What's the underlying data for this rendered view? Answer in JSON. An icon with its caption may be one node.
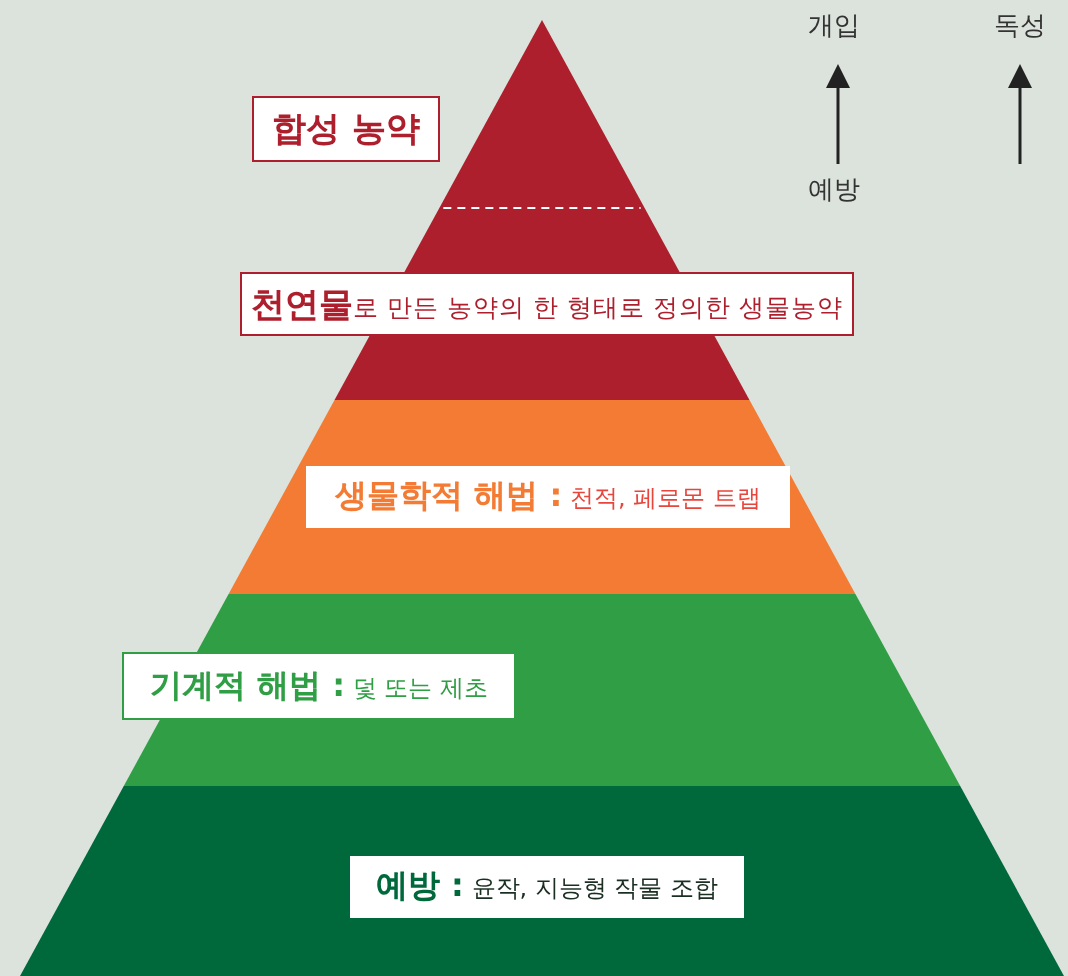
{
  "diagram": {
    "nodes": [
      {
        "text": [
          "합성 농약"
        ]
      },
      {
        "text": [
          "**천연물**로 만든 농약의 한 형태로 정의한 생물농약"
        ]
      },
      {
        "text": [
          "**생물학적 해법 :** 천적, 페로몬 트랩"
        ]
      },
      {
        "text": [
          "**기계적 해법 :** 덫 또는 제초"
        ]
      },
      {
        "text": [
          "**예방 :** 윤작, 지능형 작물 조합"
        ]
      }
    ],
    "labels": [
      "개입",
      "독성",
      "예방"
    ]
  }
}
